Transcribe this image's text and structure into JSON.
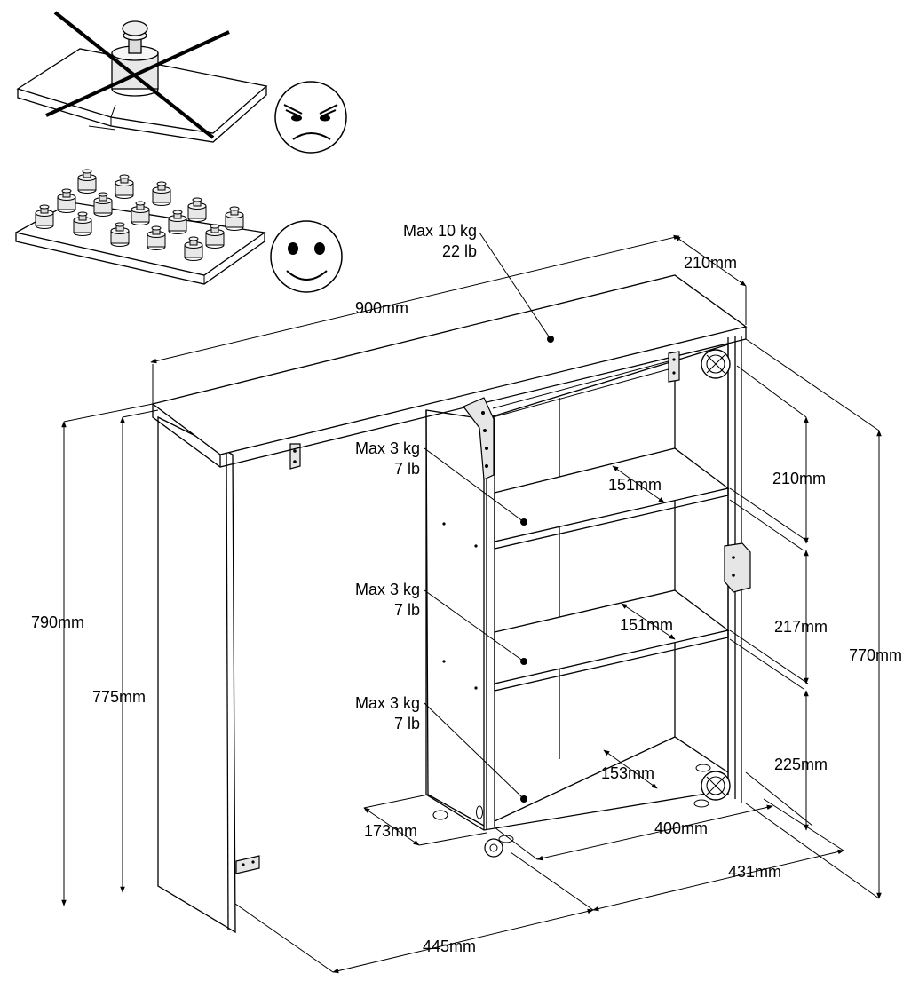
{
  "top_shelf": {
    "max_load_kg": "Max 10 kg",
    "max_load_lb": "22 lb",
    "width": "900mm",
    "depth": "210mm"
  },
  "shelves": [
    {
      "max_load_kg": "Max 3 kg",
      "max_load_lb": "7 lb",
      "inner_depth": "151mm",
      "gap_height": "210mm"
    },
    {
      "max_load_kg": "Max 3 kg",
      "max_load_lb": "7 lb",
      "inner_depth": "151mm",
      "gap_height": "217mm"
    },
    {
      "max_load_kg": "Max 3 kg",
      "max_load_lb": "7 lb",
      "inner_depth": "153mm",
      "gap_height": "225mm"
    }
  ],
  "dimensions": {
    "overall_height": "790mm",
    "side_panel_height": "775mm",
    "cabinet_height": "770mm",
    "cabinet_base_depth": "173mm",
    "cabinet_inner_width": "400mm",
    "cabinet_outer_width": "431mm",
    "side_panel_depth": "445mm"
  },
  "load_guidance": {
    "wrong_icon": "angry-face-icon",
    "right_icon": "happy-face-icon"
  }
}
